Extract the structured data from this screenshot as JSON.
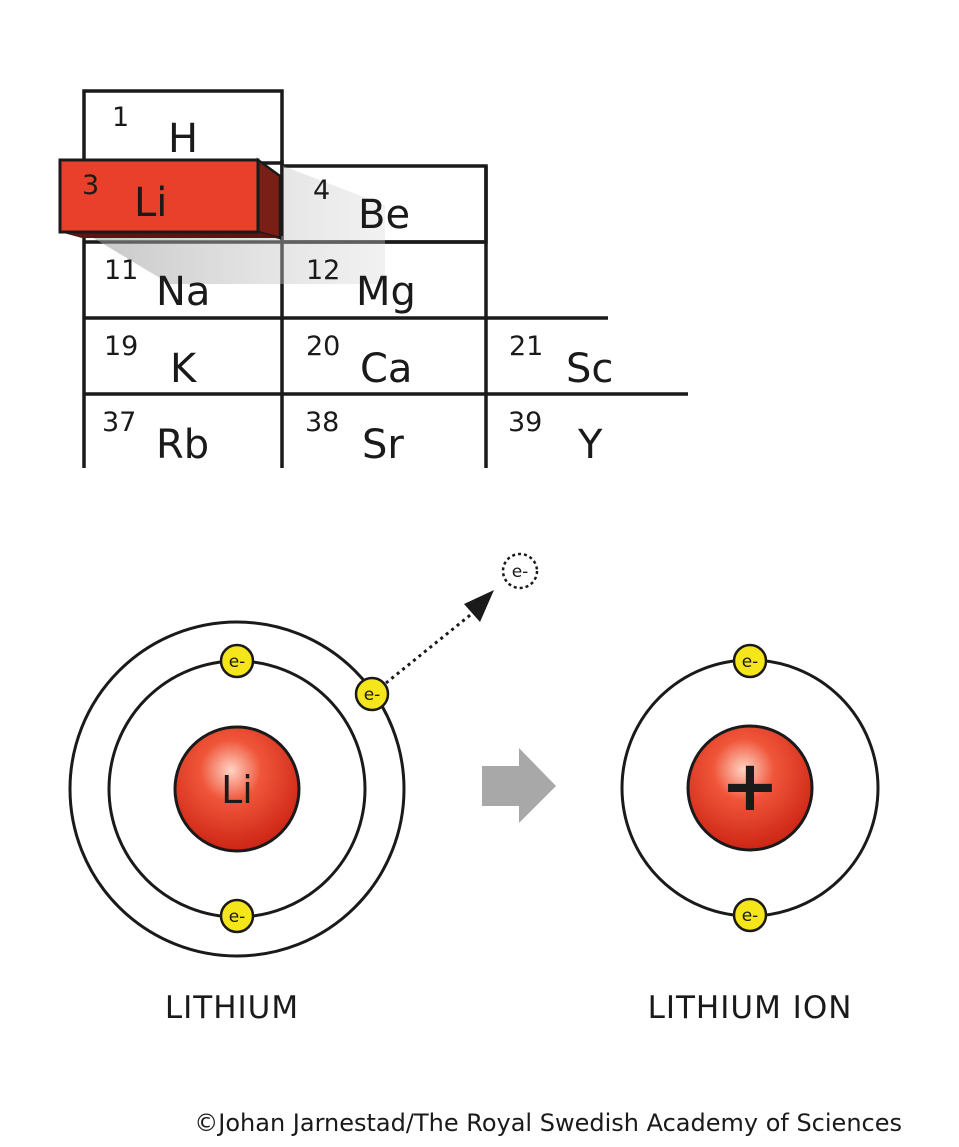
{
  "periodic_table": {
    "elements": [
      {
        "number": "1",
        "symbol": "H"
      },
      {
        "number": "3",
        "symbol": "Li"
      },
      {
        "number": "4",
        "symbol": "Be"
      },
      {
        "number": "11",
        "symbol": "Na"
      },
      {
        "number": "12",
        "symbol": "Mg"
      },
      {
        "number": "19",
        "symbol": "K"
      },
      {
        "number": "20",
        "symbol": "Ca"
      },
      {
        "number": "21",
        "symbol": "Sc"
      },
      {
        "number": "37",
        "symbol": "Rb"
      },
      {
        "number": "38",
        "symbol": "Sr"
      },
      {
        "number": "39",
        "symbol": "Y"
      }
    ],
    "highlight_color": "#e8402a"
  },
  "atoms": {
    "lithium": {
      "nucleus_label": "Li",
      "caption": "LITHIUM"
    },
    "lithium_ion": {
      "nucleus_label": "+",
      "caption": "LITHIUM ION"
    },
    "electron_label": "e-",
    "electron_color": "#f5e51b",
    "nucleus_color": "#e23b22",
    "arrow_color": "#a8a8a8"
  },
  "credit": "©Johan Jarnestad/The Royal Swedish Academy of Sciences"
}
